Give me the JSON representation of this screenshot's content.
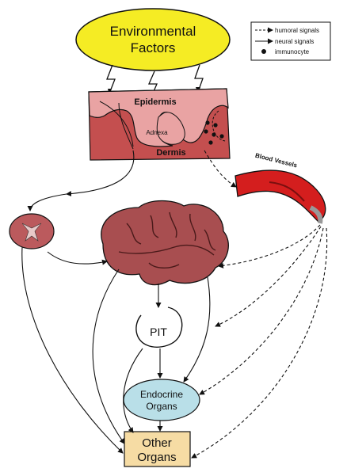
{
  "environmental_factors": {
    "line1": "Environmental",
    "line2": "Factors"
  },
  "skin": {
    "epidermis": "Epidermis",
    "dermis": "Dermis",
    "adnexa": "Adnexa"
  },
  "blood_vessels": "Blood Vessels",
  "pit": "PIT",
  "endocrine_organs": {
    "line1": "Endocrine",
    "line2": "Organs"
  },
  "other_organs": {
    "line1": "Other",
    "line2": "Organs"
  },
  "legend": {
    "humoral": "humoral signals",
    "neural": "neural signals",
    "immunocyte": "immunocyte"
  },
  "colors": {
    "env_fill": "#f5ec24",
    "epidermis": "#e9a3a3",
    "dermis": "#c44f4f",
    "brain": "#a84e50",
    "vessel": "#d41e1e",
    "endocrine_fill": "#b9dfe8",
    "other_fill": "#f6dca4"
  }
}
